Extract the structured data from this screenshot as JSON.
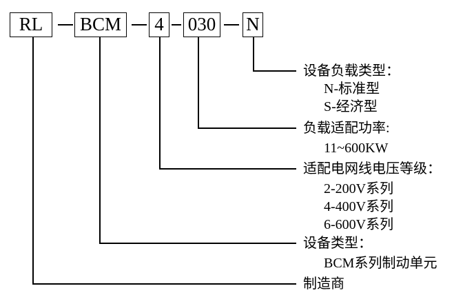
{
  "code_segments": {
    "manufacturer": "RL",
    "series": "BCM",
    "voltage": "4",
    "power": "030",
    "load": "N"
  },
  "descriptions": {
    "load_type": {
      "title": "设备负载类型：",
      "items": [
        "N-标准型",
        "S-经济型"
      ]
    },
    "power_rating": {
      "title": "负载适配功率:",
      "items": [
        "11~600KW"
      ]
    },
    "voltage_class": {
      "title": "适配电网线电压等级：",
      "items": [
        "2-200V系列",
        "4-400V系列",
        "6-600V系列"
      ]
    },
    "device_type": {
      "title": "设备类型：",
      "items": [
        "BCM系列制动单元"
      ]
    },
    "manufacturer": {
      "title": "制造商"
    }
  }
}
